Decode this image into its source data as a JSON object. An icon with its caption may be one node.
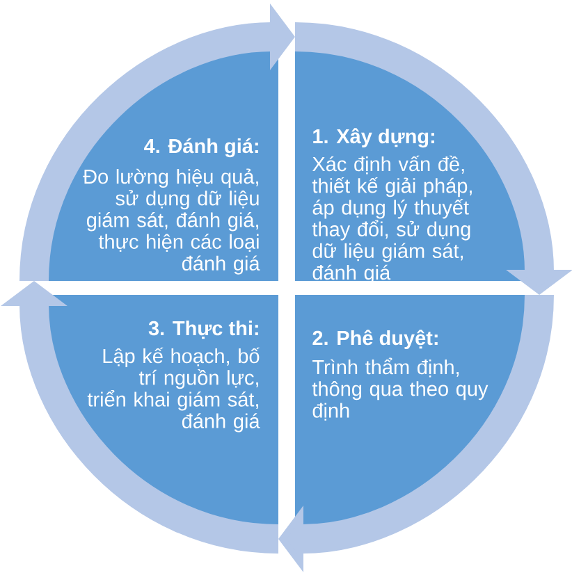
{
  "diagram": {
    "nodes": [
      {
        "text": [
          "1. Xây dựng:",
          "Xác định vấn đề, thiết kế giải pháp, áp dụng lý thuyết thay đổi, sử dụng dữ liệu giám sát, đánh giá"
        ]
      },
      {
        "text": [
          "2. Phê duyệt:",
          "Trình thẩm định, thông qua theo quy định"
        ]
      },
      {
        "text": [
          "3. Thực thi:",
          "Lập kế hoạch, bố trí nguồn lực, triển khai giám sát, đánh giá"
        ]
      },
      {
        "text": [
          "4. Đánh giá:",
          "Đo lường hiệu quả, sử dụng dữ liệu giám sát, đánh giá, thực hiện các loại đánh giá"
        ]
      }
    ],
    "edges": [
      {
        "from": 0,
        "to": 1,
        "arrow": "to"
      },
      {
        "from": 1,
        "to": 2,
        "arrow": "to"
      },
      {
        "from": 2,
        "to": 3,
        "arrow": "to"
      },
      {
        "from": 3,
        "to": 0,
        "arrow": "to"
      }
    ]
  }
}
